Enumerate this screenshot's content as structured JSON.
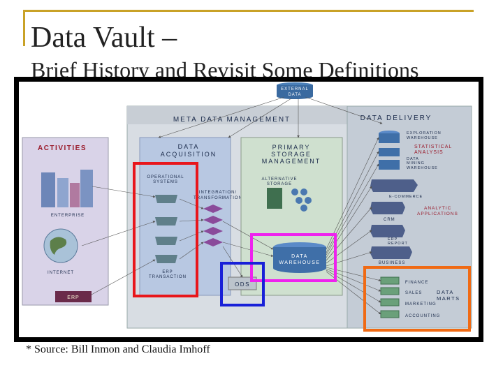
{
  "slide": {
    "title_line1": "Data Vault –",
    "title_line2": "Brief History and Revisit Some Definitions",
    "source": "* Source: Bill Inmon and Claudia Imhoff"
  },
  "diagram": {
    "external_data": [
      "EXTERNAL",
      "DATA"
    ],
    "meta_data_management": "META DATA MANAGEMENT",
    "data_delivery": "DATA DELIVERY",
    "activities": {
      "title": "ACTIVITIES",
      "items": [
        "ENTERPRISE",
        "INTERNET",
        "ERP"
      ]
    },
    "data_acquisition": {
      "title": [
        "DATA",
        "ACQUISITION"
      ],
      "operational_systems": [
        "OPERATIONAL",
        "SYSTEMS"
      ],
      "integration": [
        "INTEGRATION/",
        "TRANSFORMATION"
      ],
      "erp_transaction": [
        "ERP",
        "TRANSACTION"
      ]
    },
    "primary_storage": {
      "title": [
        "PRIMARY",
        "STORAGE",
        "MANAGEMENT"
      ],
      "alternative_storage": [
        "ALTERNATIVE",
        "STORAGE"
      ],
      "data_warehouse": [
        "DATA",
        "WAREHOUSE"
      ],
      "ods": "ODS"
    },
    "delivery_items": {
      "exploration": [
        "EXPLORATION",
        "WAREHOUSE"
      ],
      "statistical": [
        "STATISTICAL",
        "ANALYSIS"
      ],
      "data_mining": [
        "DATA",
        "MINING",
        "WAREHOUSE"
      ],
      "ecommerce": "E-COMMERCE",
      "analytic": [
        "ANALYTIC",
        "APPLICATIONS"
      ],
      "crm": "CRM",
      "erp_report": [
        "ERP",
        "REPORT"
      ],
      "business": "BUSINESS"
    },
    "data_marts": {
      "label": [
        "DATA",
        "MARTS"
      ],
      "items": [
        "FINANCE",
        "SALES",
        "MARKETING",
        "ACCOUNTING"
      ]
    }
  },
  "highlight_colors": {
    "operational": "#e8161b",
    "ods": "#1820d8",
    "warehouse": "#ee22ee",
    "data_marts": "#f06a14"
  }
}
